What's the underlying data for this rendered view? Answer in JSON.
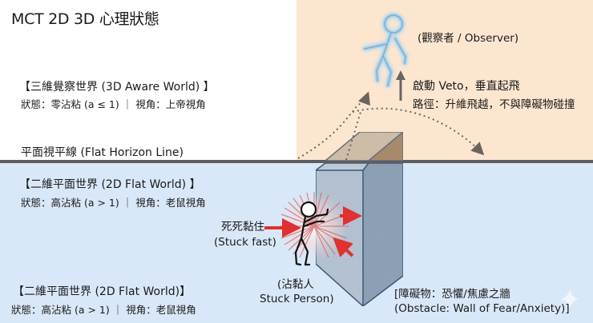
{
  "title": "MCT 2D 3D 心理狀態",
  "colors": {
    "upper_left_bg": "#ffffff",
    "upper_right_bg": "#fde6d0",
    "lower_bg": "#d9e8f8",
    "horizon_line": "#5e5e5e",
    "stress_arrows": "#e03030",
    "observer_glow": "#a8d4f0",
    "wall_front": "#b8c8d8",
    "wall_side": "#8ea4ba",
    "wall_top_upper": "#d8c4ac",
    "wall_side_upper": "#b0906c",
    "path_arrows": "#6a6460"
  },
  "aware_world": {
    "heading": "【三維覺察世界 (3D Aware World) 】",
    "status": "狀態：零沾粘 (a ≤ 1) ｜ 視角：上帝視角"
  },
  "horizon": {
    "label": "平面視平線 (Flat Horizon Line)"
  },
  "flat_world_top": {
    "heading": "【二維平面世界 (2D Flat World) 】",
    "status": "狀態：高沾粘 (a > 1) ｜ 視角：老鼠視角"
  },
  "flat_world_bottom": {
    "heading": "【二維平面世界 (2D Flat World)】",
    "status": "狀態：高沾粘 (a > 1) ｜ 視角：老鼠視角"
  },
  "stuck": {
    "label_zh": "死死黏住",
    "label_en": "(Stuck fast)"
  },
  "stuck_person": {
    "label_zh": "(沾黏人",
    "label_en": "Stuck Person)"
  },
  "obstacle": {
    "label_zh": "[障礙物：恐懼/焦慮之牆",
    "label_en": "(Obstacle: Wall of Fear/Anxiety)]"
  },
  "observer": {
    "label": "(觀察者 / Observer)",
    "veto": "啟動 Veto，垂直起飛",
    "path": "路徑：升維飛越，不與障礙物碰撞"
  },
  "icons": {
    "observer_figure": "glowing-stick-figure",
    "stuck_figure": "stick-figure-pushing",
    "wall": "3d-block",
    "up_arrow": "arrow-up",
    "dotted_paths": "dotted-arc-arrows",
    "sparkle": "sparkle-watermark"
  }
}
